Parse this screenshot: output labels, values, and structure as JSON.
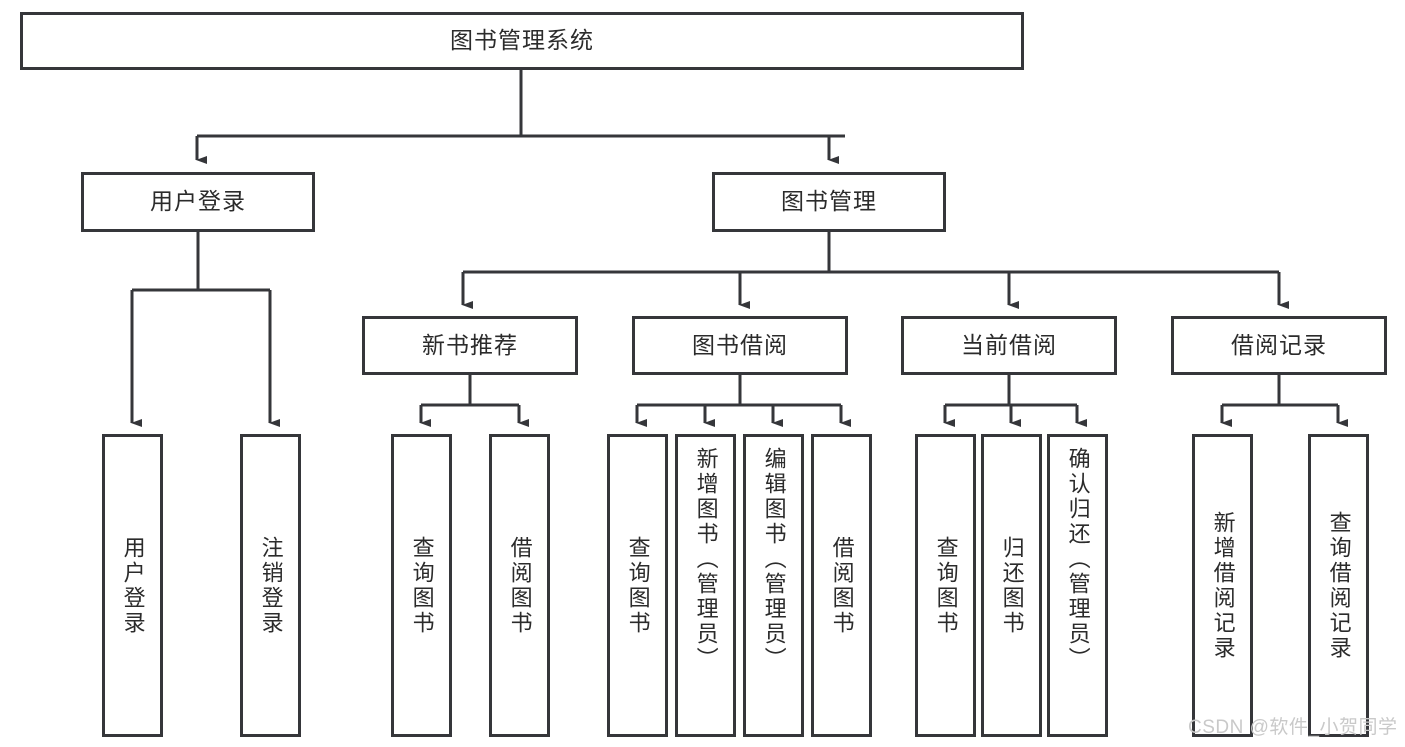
{
  "diagram": {
    "type": "tree",
    "title_node": {
      "label": "图书管理系统"
    },
    "level2": [
      {
        "label": "用户登录"
      },
      {
        "label": "图书管理"
      }
    ],
    "level3": [
      {
        "label": "新书推荐"
      },
      {
        "label": "图书借阅"
      },
      {
        "label": "当前借阅"
      },
      {
        "label": "借阅记录"
      }
    ],
    "leaves": {
      "user_login": [
        {
          "label": "用户登录"
        },
        {
          "label": "注销登录"
        }
      ],
      "new_book_recommend": [
        {
          "label": "查询图书"
        },
        {
          "label": "借阅图书"
        }
      ],
      "book_borrow": [
        {
          "label": "查询图书"
        },
        {
          "label": "新增图书（管理员）"
        },
        {
          "label": "编辑图书（管理员）"
        },
        {
          "label": "借阅图书"
        }
      ],
      "current_borrow": [
        {
          "label": "查询图书"
        },
        {
          "label": "归还图书"
        },
        {
          "label": "确认归还（管理员）"
        }
      ],
      "borrow_record": [
        {
          "label": "新增借阅记录"
        },
        {
          "label": "查询借阅记录"
        }
      ]
    }
  },
  "watermark": {
    "text": "CSDN @软件_小贺同学"
  },
  "colors": {
    "border": "#35363a",
    "text": "#2b2b2b",
    "background": "#ffffff",
    "watermark": "#c9c9c9"
  }
}
